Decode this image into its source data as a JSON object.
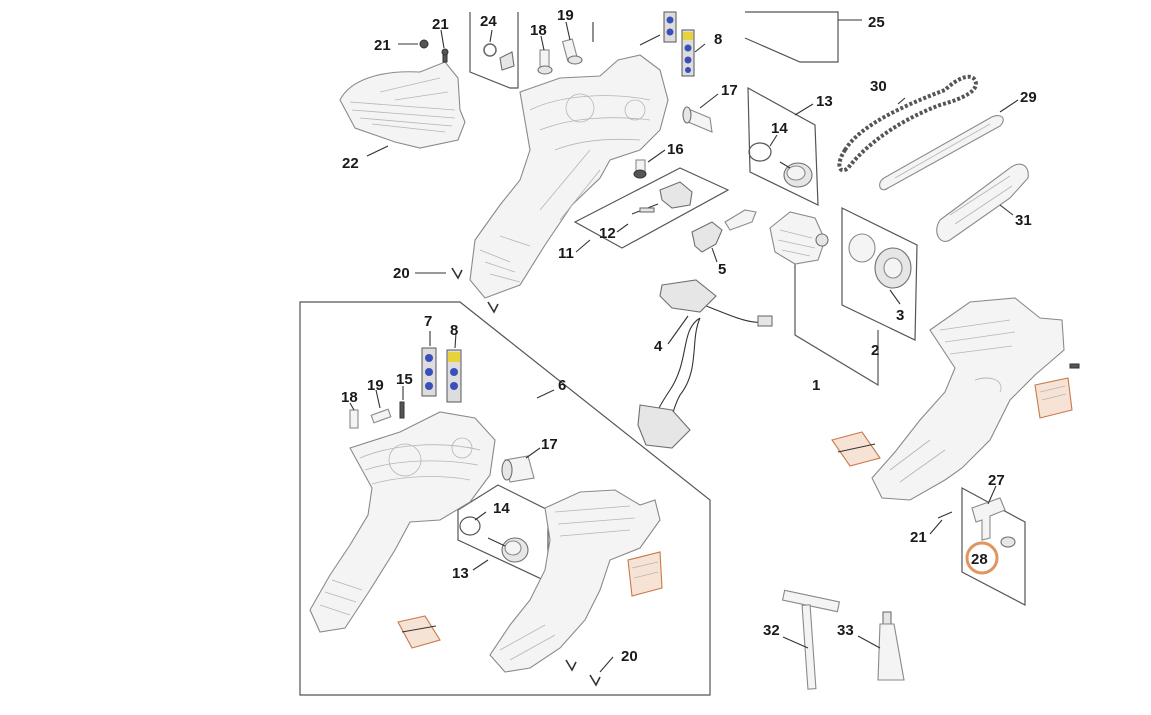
{
  "diagram": {
    "highlight_color": "#e0955f",
    "sticker_colors": {
      "blue": "#3b4fb8",
      "yellow": "#e8d23a",
      "orange": "#d2693a"
    },
    "callouts": {
      "c1": "1",
      "c2": "2",
      "c3": "3",
      "c4": "4",
      "c5": "5",
      "c6": "6",
      "c7": "7",
      "c8": "8",
      "c11": "11",
      "c12": "12",
      "c13": "13",
      "c14": "14",
      "c15": "15",
      "c16": "16",
      "c17": "17",
      "c18": "18",
      "c19": "19",
      "c20": "20",
      "c21": "21",
      "c22": "22",
      "c24": "24",
      "c25": "25",
      "c27": "27",
      "c28": "28",
      "c29": "29",
      "c30": "30",
      "c31": "31",
      "c32": "32",
      "c33": "33"
    },
    "selected_part": "28"
  }
}
